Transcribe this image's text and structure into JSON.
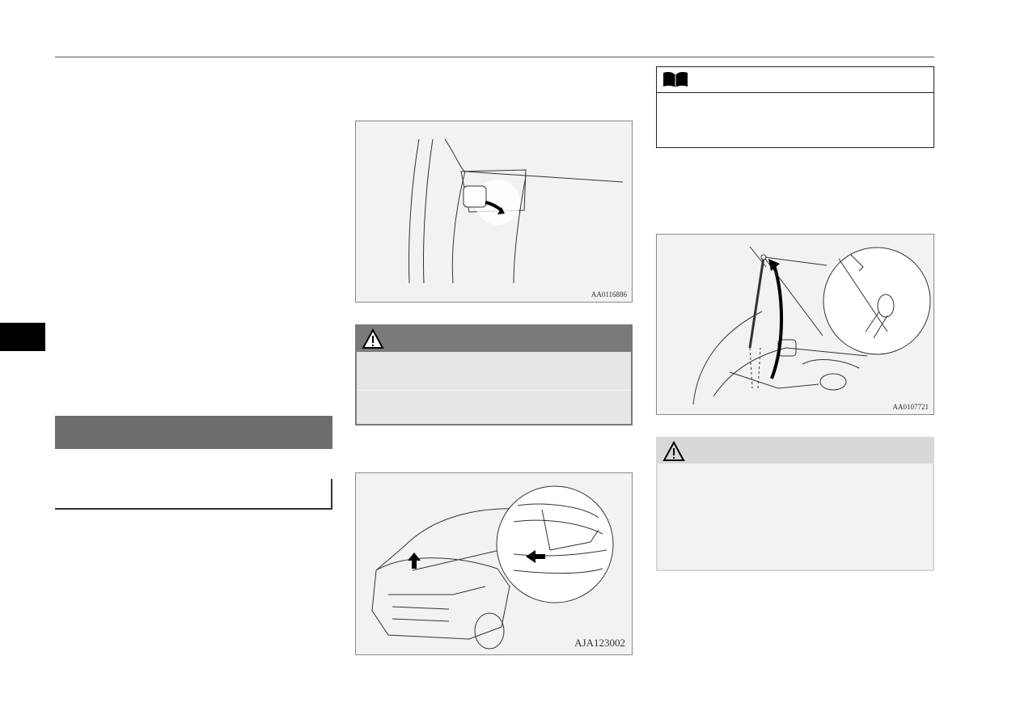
{
  "figures": {
    "fig1": {
      "code": "AA0116886"
    },
    "fig2": {
      "code": "AJA123002"
    },
    "fig3": {
      "code": "AA0107721"
    }
  },
  "icons": {
    "warning": "warning-triangle-icon",
    "note": "open-book-icon",
    "caution": "warning-triangle-icon"
  },
  "colors": {
    "section_bar": "#6d6d6d",
    "warning_header": "#7a7a7a",
    "caution_header": "#d8d8d8",
    "figure_bg": "#f2f2f2"
  }
}
